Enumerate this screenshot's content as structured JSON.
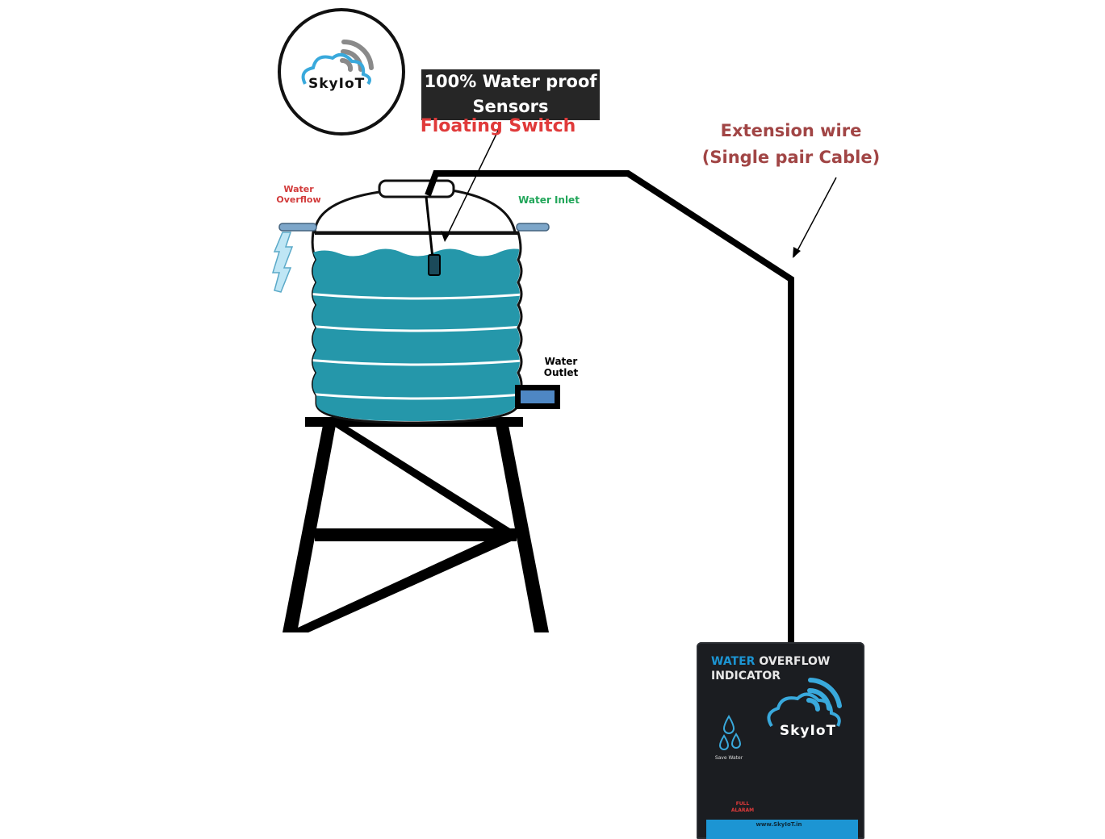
{
  "logo": {
    "brand": "SkyIoT"
  },
  "labels": {
    "sensor_box_line1": "100% Water proof",
    "sensor_box_line2": "Sensors",
    "floating_switch": "Floating Switch",
    "extension_line1": "Extension wire",
    "extension_line2": "(Single pair Cable)",
    "overflow_line1": "Water",
    "overflow_line2": "Overflow",
    "inlet": "Water Inlet",
    "outlet_line1": "Water",
    "outlet_line2": "Outlet"
  },
  "device": {
    "title_word1": "WATER",
    "title_word2": "OVERFLOW",
    "title_line2": "INDICATOR",
    "brand": "SkyIoT",
    "save_water": "Save Water",
    "full_line1": "FULL",
    "full_line2": "ALARAM",
    "website": "www.SkyIoT.in"
  },
  "colors": {
    "water": "#2597aa",
    "floating_switch": "#e03a3a",
    "extension_label": "#a14545",
    "overflow_label": "#d23b3b",
    "inlet_label": "#22a65a",
    "device_accent": "#1c95d3",
    "cable": "#000000"
  },
  "icons": [
    "wifi-signal-icon",
    "cloud-icon",
    "water-drop-icon"
  ]
}
